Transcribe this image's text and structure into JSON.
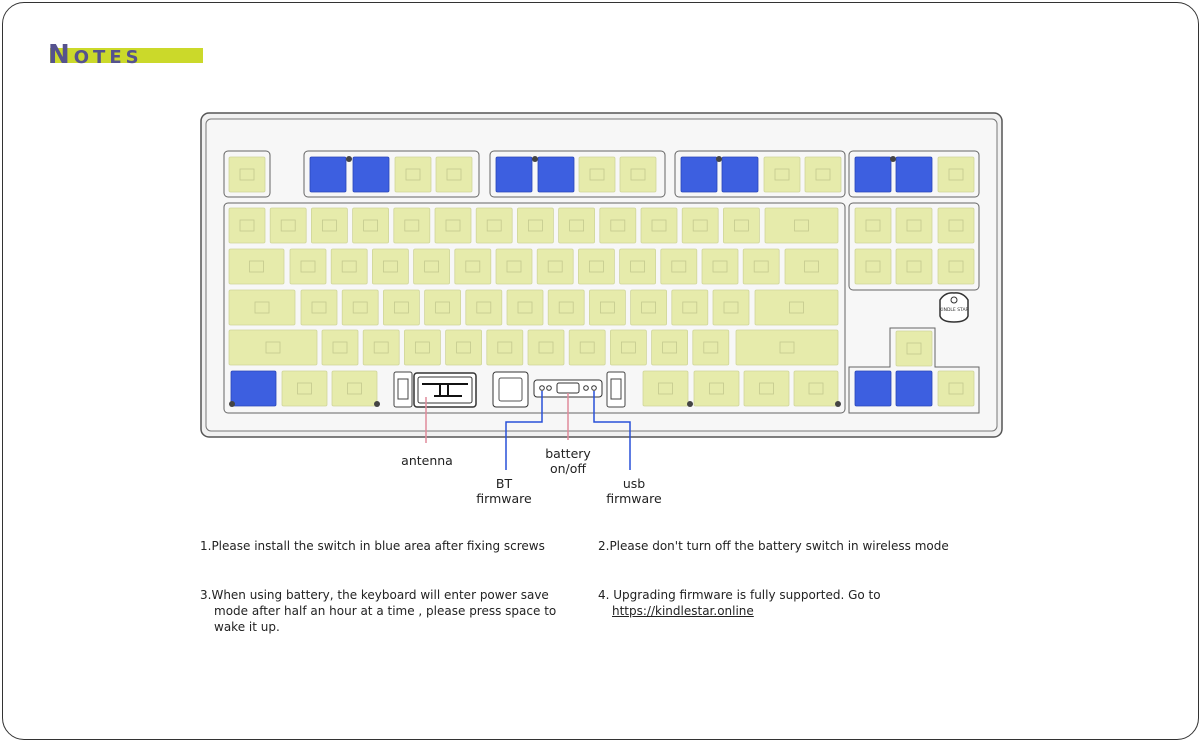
{
  "title": "Notes",
  "labels": {
    "antenna": "antenna",
    "battery_line1": "battery",
    "battery_line2": "on/off",
    "bt_line1": "BT",
    "bt_line2": "firmware",
    "usb_line1": "usb",
    "usb_line2": "firmware"
  },
  "notes": {
    "note1": "1.Please install the switch  in blue area after fixing screws",
    "note2": "2.Please don't turn off the battery switch in wireless mode",
    "note3_line1": "3.When using battery, the keyboard will enter power save",
    "note3_line2": "mode after half an hour at a time , please press space to",
    "note3_line3": "wake it up.",
    "note4_line1": "4. Upgrading firmware is fully supported. Go to",
    "note4_link": "https://kindlestar.online"
  },
  "logo_text": "KINDLE STAR",
  "colors": {
    "key_yellow": "#e6ebab",
    "key_blue": "#3d5fe0",
    "outline": "#555555",
    "title_bar": "#cbd92a",
    "title_text": "#55528e",
    "antenna_line": "#e08a9a",
    "switch_line": "#2850d8"
  }
}
